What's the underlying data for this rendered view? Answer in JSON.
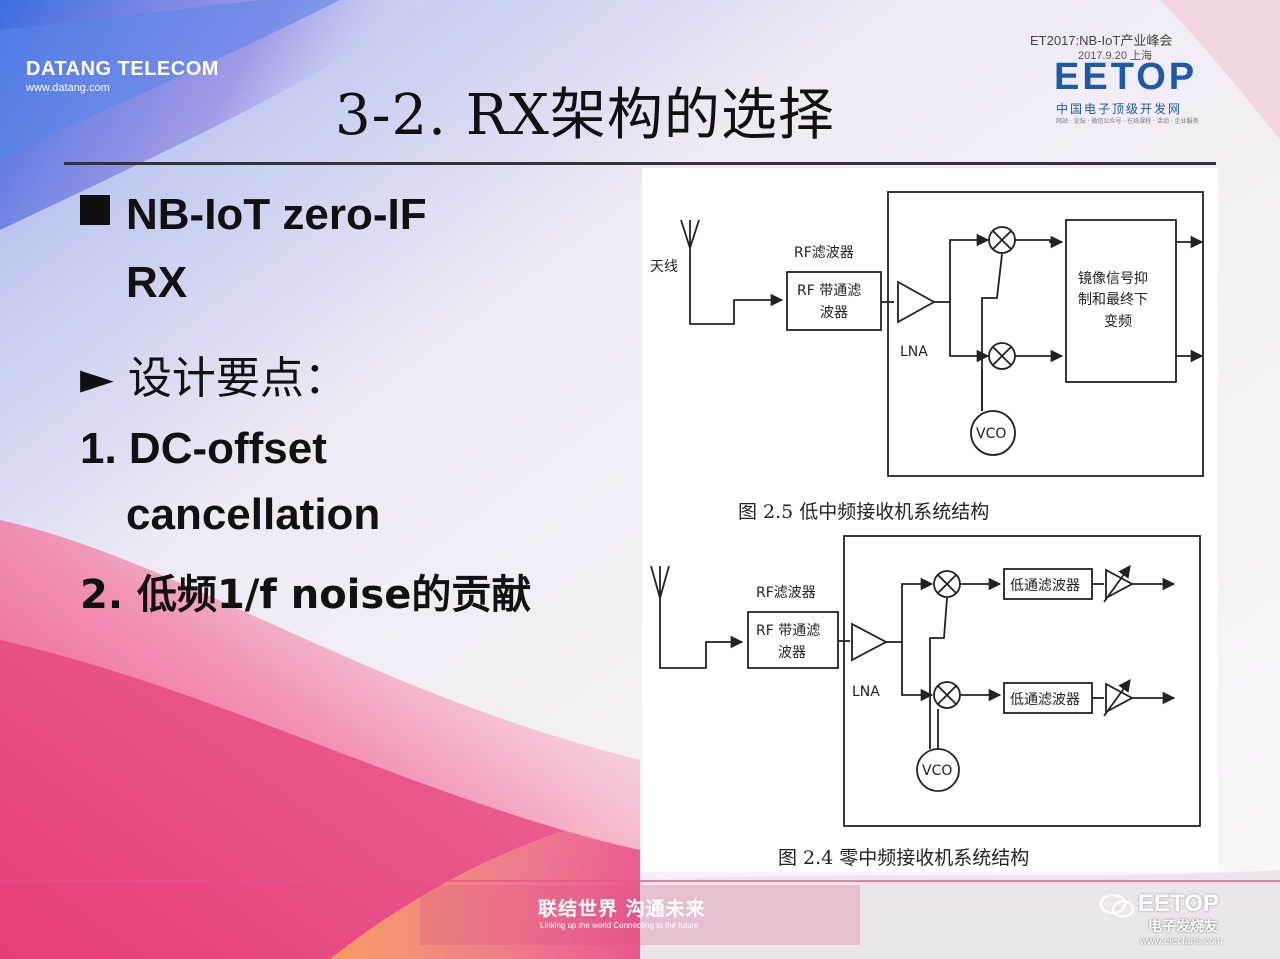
{
  "header": {
    "company_name": "DATANG TELECOM",
    "company_url": "www.datang.com",
    "title": "3-2. RX架构的选择",
    "event_line1": "ET2017:NB-IoT产业峰会",
    "event_line2": "2017.9.20  上海",
    "eetop_logo": "EETOP",
    "eetop_cn": "中国电子顶级开发网",
    "eetop_tagline": "网站 · 论坛 · 微信公众号 · 在线课程 · 活动 · 企业服务"
  },
  "bullets": {
    "b1_line1": "NB-IoT zero-IF",
    "b1_line2": "RX",
    "b2": "► 设计要点：",
    "b3_line1": "1. DC-offset",
    "b3_line2": "cancellation",
    "b4": "2. 低频1/f noise的贡献"
  },
  "diagram_top": {
    "antenna_label": "天线",
    "rf_filter_label": "RF滤波器",
    "rf_bpf_line1": "RF 带通滤",
    "rf_bpf_line2": "波器",
    "lna_label": "LNA",
    "vco_label": "VCO",
    "image_block_line1": "镜像信号抑",
    "image_block_line2": "制和最终下",
    "image_block_line3": "变频",
    "caption": "图 2.5  低中频接收机系统结构"
  },
  "diagram_bottom": {
    "rf_filter_label": "RF滤波器",
    "rf_bpf_line1": "RF 带通滤",
    "rf_bpf_line2": "波器",
    "lna_label": "LNA",
    "vco_label": "VCO",
    "lpf_label": "低通滤波器",
    "caption": "图 2.4  零中频接收机系统结构"
  },
  "footer": {
    "slogan_cn": "联结世界  沟通未来",
    "slogan_en": "Linking up the world  Connecting to the future",
    "watermark_brand": "EETOP",
    "watermark_cn": "电子发烧友",
    "watermark_url": "www.elecfans.com"
  },
  "colors": {
    "title_text": "#111111",
    "eetop_blue": "#1a5aa8",
    "eetop_orange": "#e84a1c",
    "bg_pink": "#e84b8a",
    "bg_blue": "#3b6fd8"
  }
}
